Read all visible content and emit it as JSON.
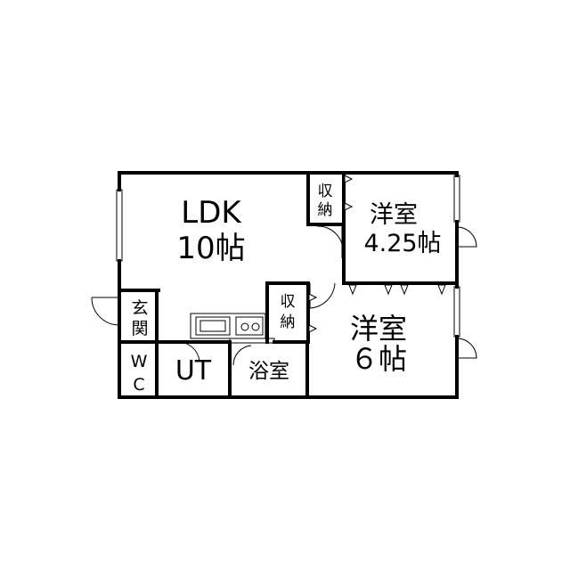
{
  "rooms": {
    "ldk": {
      "name": "LDK",
      "size": "10帖"
    },
    "western_small": {
      "name": "洋室",
      "size": "4.25帖"
    },
    "western_large": {
      "name": "洋室",
      "size": "６帖"
    },
    "storage_top": {
      "line1": "収",
      "line2": "納"
    },
    "storage_mid": {
      "line1": "収",
      "line2": "納"
    },
    "entrance": {
      "line1": "玄",
      "line2": "関"
    },
    "wc": {
      "line1": "W",
      "line2": "C"
    },
    "utility": {
      "name": "UT"
    },
    "bath": {
      "name": "浴室"
    }
  }
}
